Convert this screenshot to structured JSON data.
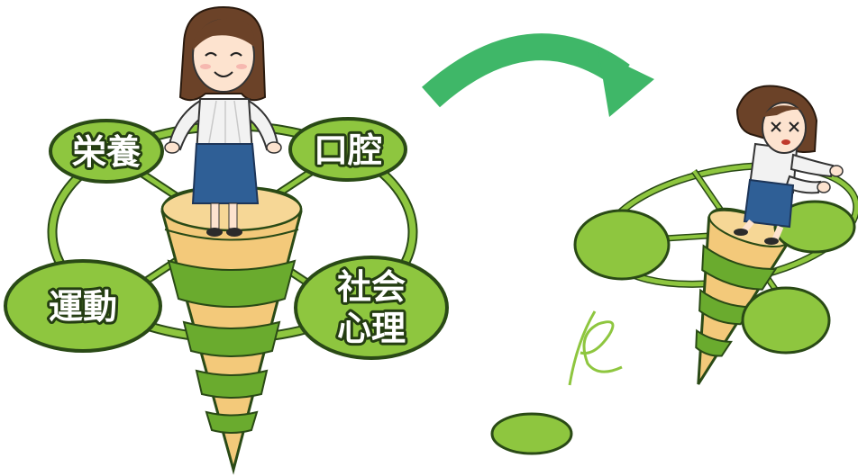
{
  "left_diagram": {
    "labels": {
      "nutrition": "栄養",
      "oral": "口腔",
      "exercise": "運動",
      "social_line1": "社会",
      "social_line2": "心理"
    }
  },
  "colors": {
    "leaf_green": "#8ec63f",
    "stripe_green": "#6aab2e",
    "cone_tan": "#f3c97a",
    "arrow_green": "#3fb768",
    "outline": "#2a4a16",
    "blouse": "#f2f2f2",
    "skirt": "#2f5f96",
    "hair": "#6b4228"
  }
}
